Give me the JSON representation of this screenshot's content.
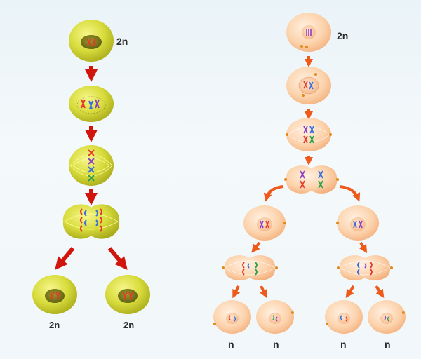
{
  "mitosis": {
    "parent_label": "2n",
    "daughter_labels": [
      "2n",
      "2n"
    ]
  },
  "meiosis": {
    "parent_label": "2n",
    "gamete_labels": [
      "n",
      "n",
      "n",
      "n"
    ]
  },
  "colors": {
    "mitosis_cell": "#d7dc3e",
    "mitosis_nucleus": "#7c7a1c",
    "meiosis_cell": "#fbd0a8",
    "arrow_red": "#d1150d",
    "arrow_orange": "#ee5a1c",
    "chromosome_red": "#e53a2a",
    "chromosome_blue": "#3a6fd8",
    "chromosome_purple": "#8a3fc4",
    "chromosome_green": "#2fa04a"
  }
}
